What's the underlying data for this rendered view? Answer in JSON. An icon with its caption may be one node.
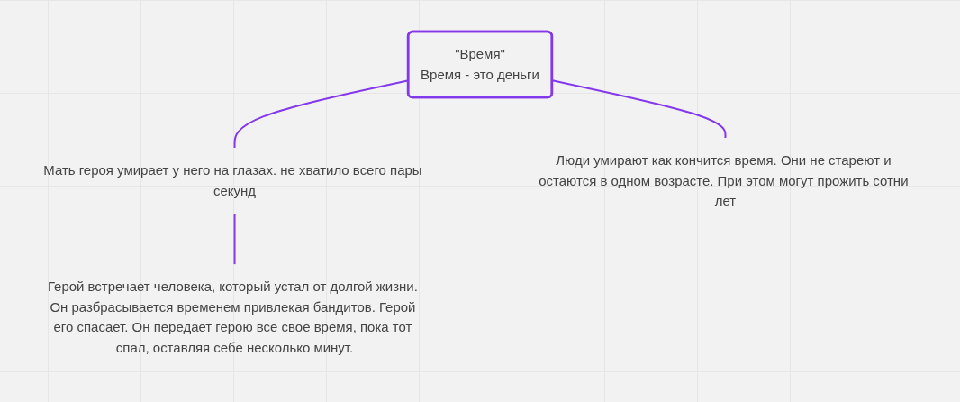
{
  "diagram": {
    "nodes": [
      {
        "text": [
          "\"Время\"",
          "Время - это деньги"
        ]
      },
      {
        "text": [
          "Мать героя умирает у него на глазах. не хватило всего пары секунд"
        ]
      },
      {
        "text": [
          "Люди умирают как кончится время. Они не стареют и остаются в одном возрасте. При этом могут прожить сотни лет"
        ]
      },
      {
        "text": [
          "Герой встречает человека, который устал от долгой жизни. Он разбрасывается временем привлекая бандитов. Герой его спасает. Он передает герою все свое время, пока тот спал, оставляя себе несколько минут."
        ]
      }
    ],
    "edges": [
      {
        "from": 0,
        "to": 1,
        "arrow": "none"
      },
      {
        "from": 0,
        "to": 2,
        "arrow": "none"
      },
      {
        "from": 1,
        "to": 3,
        "arrow": "none"
      }
    ]
  }
}
